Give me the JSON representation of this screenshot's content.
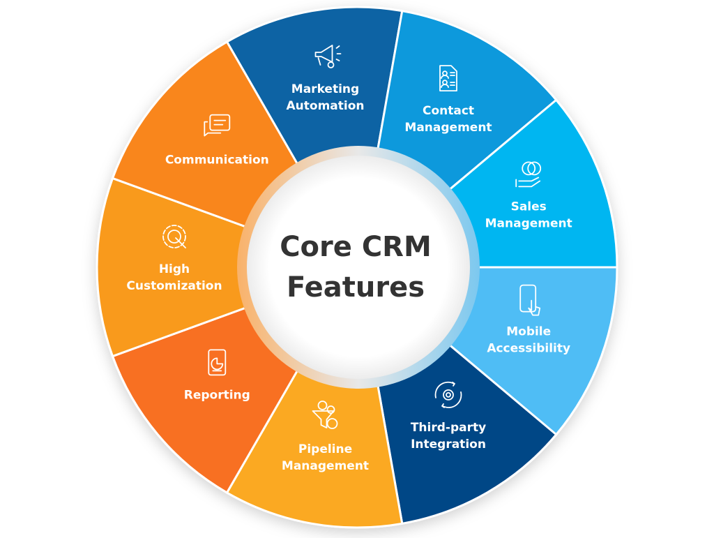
{
  "center": {
    "title_lines": [
      "Core CRM",
      "Features"
    ]
  },
  "segments": [
    {
      "lines": [
        "Marketing",
        "Automation"
      ],
      "color": "#0a64a4",
      "icon": "megaphone-icon"
    },
    {
      "lines": [
        "Contact",
        "Management"
      ],
      "color": "#0a99dc",
      "icon": "contact-document-icon"
    },
    {
      "lines": [
        "Sales",
        "Management"
      ],
      "color": "#00b6f1",
      "icon": "coins-hand-icon"
    },
    {
      "lines": [
        "Mobile",
        "Accessibility"
      ],
      "color": "#4fbdf5",
      "icon": "mobile-touch-icon"
    },
    {
      "lines": [
        "Third-party",
        "Integration"
      ],
      "color": "#064686",
      "icon": "gear-sync-icon"
    },
    {
      "lines": [
        "Pipeline",
        "Management"
      ],
      "color": "#fba922",
      "icon": "funnel-icon"
    },
    {
      "lines": [
        "Reporting"
      ],
      "color": "#f86f21",
      "icon": "report-chart-icon"
    },
    {
      "lines": [
        "High",
        "Customization"
      ],
      "color": "#f99a1e",
      "icon": "gear-wrench-icon"
    },
    {
      "lines": [
        "Communication"
      ],
      "color": "#f9861f",
      "icon": "chat-bubbles-icon"
    }
  ]
}
